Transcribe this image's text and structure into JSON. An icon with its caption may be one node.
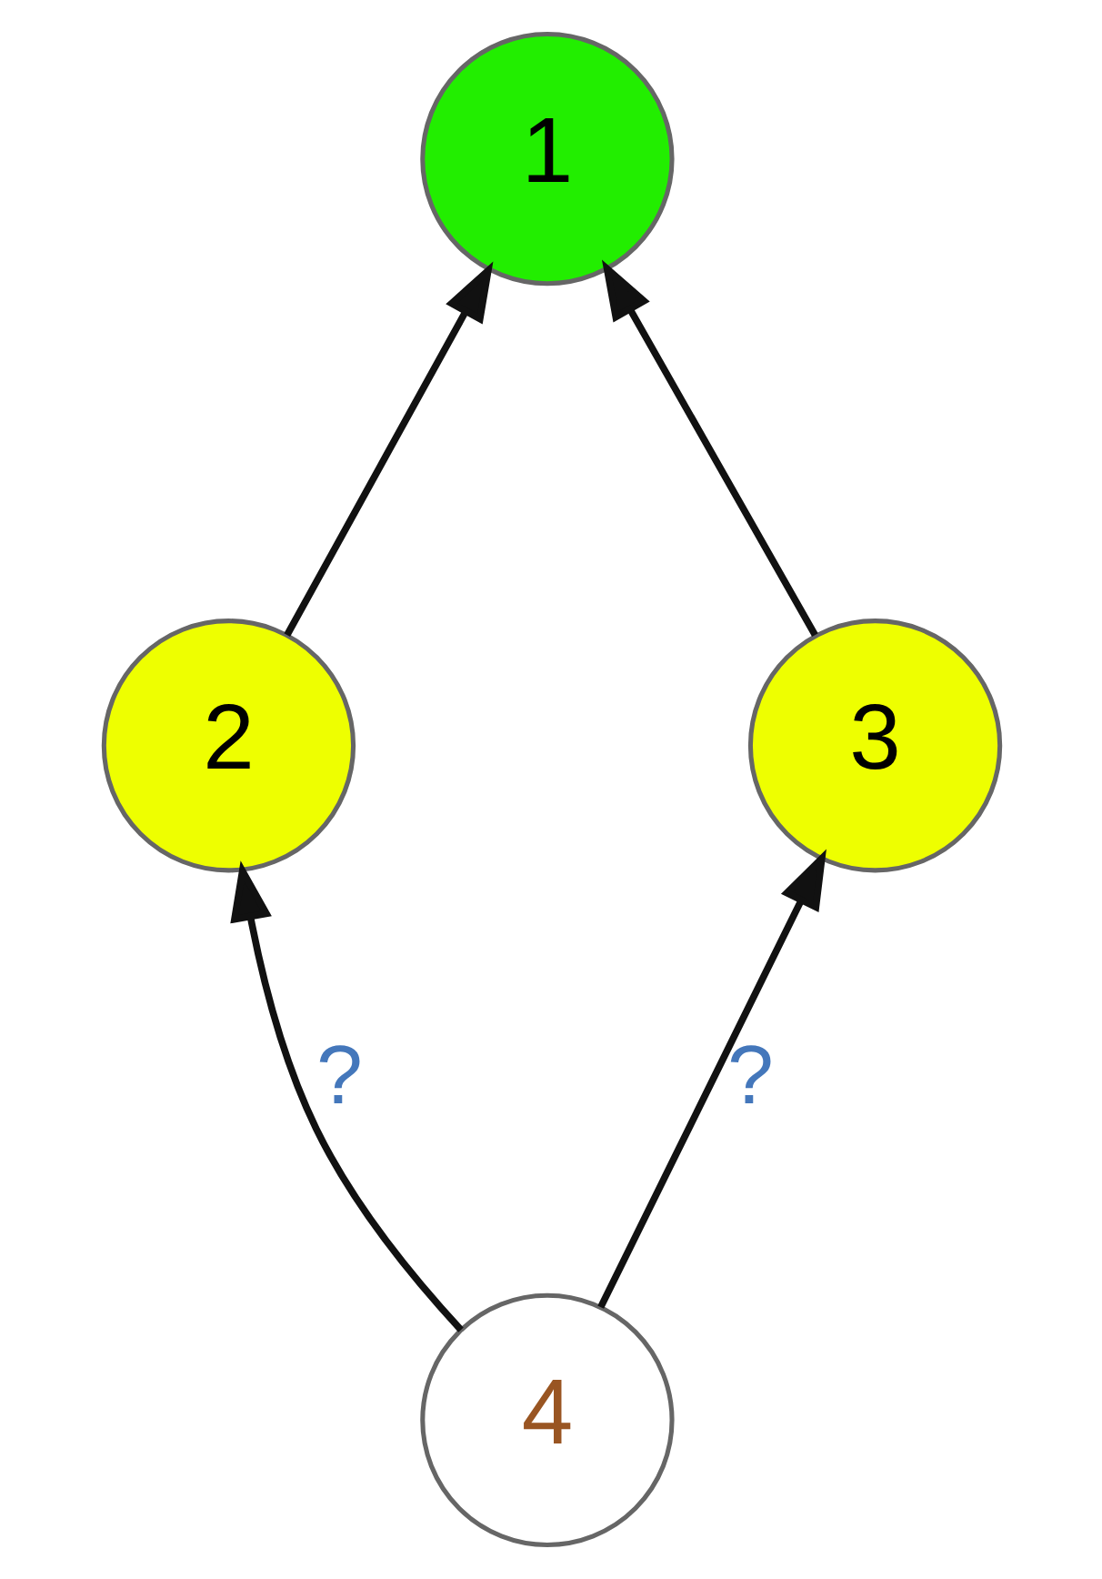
{
  "diagram": {
    "nodes": [
      {
        "text": [
          "1"
        ]
      },
      {
        "text": [
          "2"
        ]
      },
      {
        "text": [
          "3"
        ]
      },
      {
        "text": [
          "4"
        ]
      }
    ],
    "edges": [
      {
        "from": 1,
        "to": 0,
        "arrow": "to"
      },
      {
        "from": 2,
        "to": 0,
        "arrow": "to"
      },
      {
        "from": 3,
        "to": 1,
        "arrow": "to",
        "label": "?"
      },
      {
        "from": 3,
        "to": 2,
        "arrow": "to",
        "label": "?"
      }
    ]
  }
}
